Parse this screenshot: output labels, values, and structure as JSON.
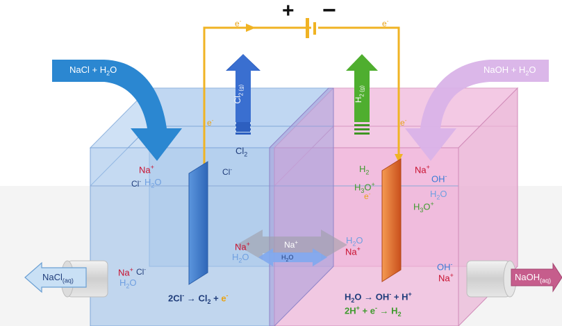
{
  "colors": {
    "left_chamber": "#a9c9ee",
    "right_chamber": "#f2b9dc",
    "wire": "#f0b323",
    "cathode": "#f07d36",
    "anode": "#3f7fd0",
    "cl2_arrow": "#2d5fbf",
    "h2_arrow": "#4fae2f",
    "nacl_input": "#2b87d1",
    "naoh_input": "#d9b3e8"
  },
  "battery": {
    "plus": "+",
    "minus": "−"
  },
  "electrons": {
    "e": "e",
    "sup": "-"
  },
  "inputs": {
    "left": {
      "base": "NaCl + H",
      "sub": "2",
      "tail": "O"
    },
    "right": {
      "base": "NaOH + H",
      "sub": "2",
      "tail": "O"
    }
  },
  "gases": {
    "cl2": {
      "base": "Cl",
      "sub": "2 (g)"
    },
    "h2": {
      "base": "H",
      "sub": "2 (g)"
    }
  },
  "ions": {
    "na": {
      "base": "Na",
      "sup": "+"
    },
    "cl": {
      "base": "Cl",
      "sup": "-"
    },
    "oh": {
      "base": "OH",
      "sup": "-"
    },
    "h3o": {
      "base": "H",
      "sub": "3",
      "tail": "O",
      "sup": "+"
    },
    "h2o": {
      "base": "H",
      "sub": "2",
      "tail": "O"
    },
    "h2": {
      "base": "H",
      "sub": "2"
    },
    "cl2": {
      "base": "Cl",
      "sub": "2"
    }
  },
  "outputs": {
    "left": {
      "base": "NaCl",
      "sub": "(aq)"
    },
    "right": {
      "base": "NaOH",
      "sub": "(aq)"
    }
  },
  "equations": {
    "anode": {
      "p1": "2Cl",
      "p1_sup": "-",
      "arrow": " → ",
      "p2": "Cl",
      "p2_sub": "2",
      "p3": " + ",
      "p4": "e",
      "p4_sup": "-"
    },
    "cathode_1": {
      "p1": "H",
      "p1_sub": "2",
      "p2": "O → OH",
      "p2_sup": "-",
      "p3": " + H",
      "p3_sup": "+"
    },
    "cathode_2": {
      "p1": "2H",
      "p1_sup": "+",
      "p2": " + e",
      "p2_sup": "-",
      "p3": " → H",
      "p3_sub": "2"
    }
  },
  "membrane": {
    "na": "Na",
    "na_sup": "+",
    "h2o": "H",
    "h2o_sub": "2",
    "h2o_tail": "O"
  }
}
